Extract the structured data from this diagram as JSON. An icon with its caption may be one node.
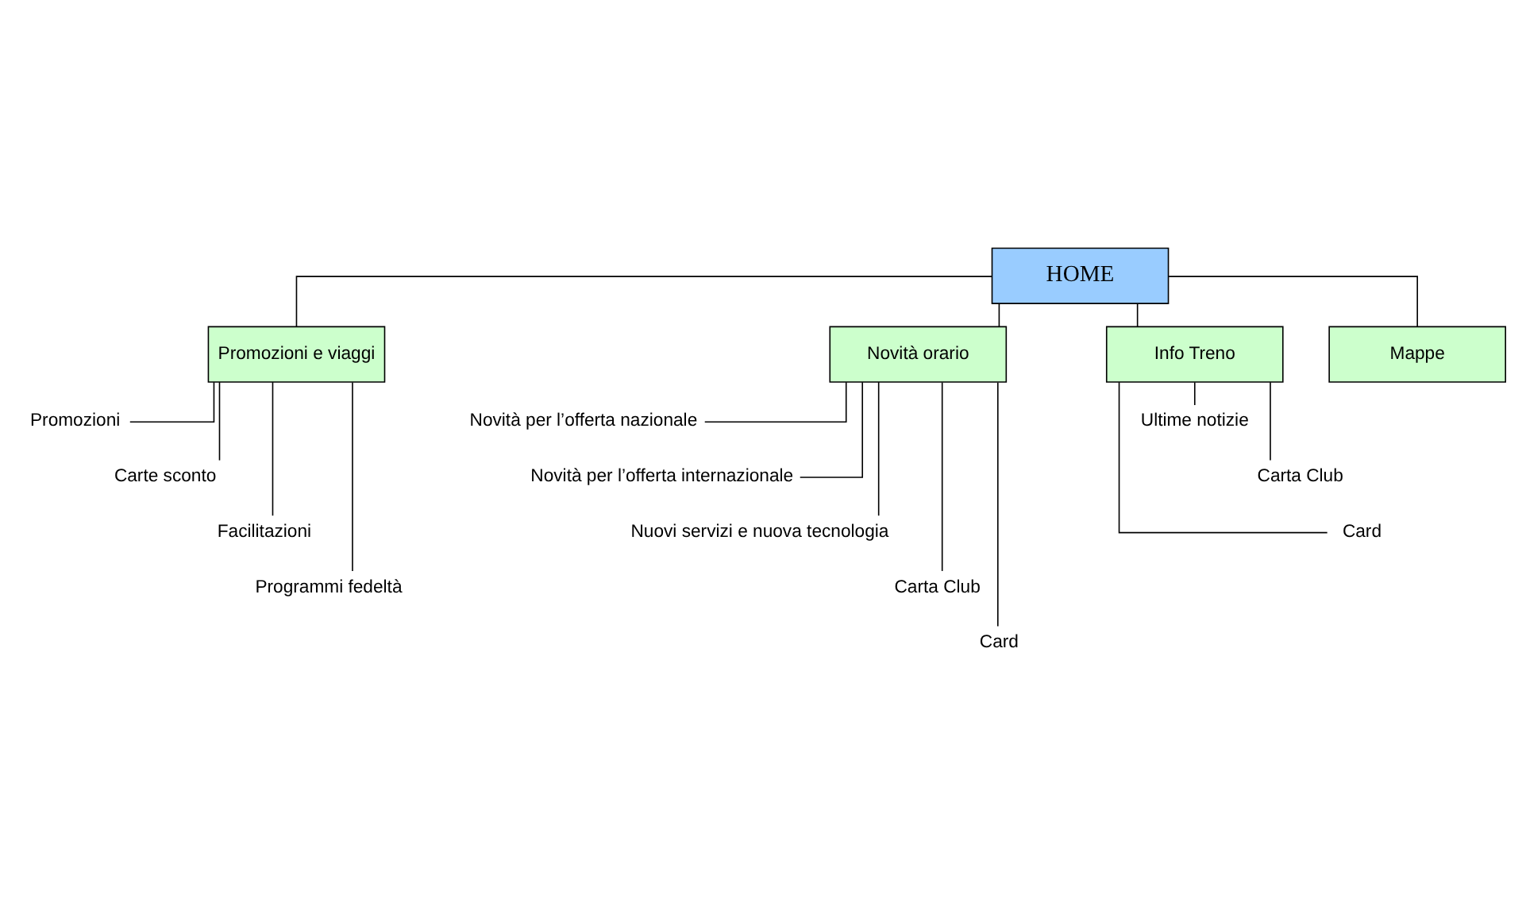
{
  "diagram": {
    "nodes": [
      {
        "text": [
          "HOME"
        ]
      },
      {
        "text": [
          "Promozioni e viaggi"
        ]
      },
      {
        "text": [
          "Novità orario"
        ]
      },
      {
        "text": [
          "Info Treno"
        ]
      },
      {
        "text": [
          "Mappe"
        ]
      },
      {
        "text": [
          "Promozioni"
        ]
      },
      {
        "text": [
          "Carte sconto"
        ]
      },
      {
        "text": [
          "Facilitazioni"
        ]
      },
      {
        "text": [
          "Programmi fedeltà"
        ]
      },
      {
        "text": [
          "Novità per l’offerta nazionale"
        ]
      },
      {
        "text": [
          "Novità per l’offerta internazionale"
        ]
      },
      {
        "text": [
          "Nuovi servizi e nuova tecnologia"
        ]
      },
      {
        "text": [
          "Carta Club"
        ]
      },
      {
        "text": [
          "Card"
        ]
      },
      {
        "text": [
          "Ultime notizie"
        ]
      },
      {
        "text": [
          "Carta Club"
        ]
      },
      {
        "text": [
          "Card"
        ]
      }
    ],
    "edges": [
      {
        "from": 0,
        "to": 1,
        "arrow": "none"
      },
      {
        "from": 0,
        "to": 2,
        "arrow": "none"
      },
      {
        "from": 0,
        "to": 3,
        "arrow": "none"
      },
      {
        "from": 0,
        "to": 4,
        "arrow": "none"
      },
      {
        "from": 1,
        "to": 5,
        "arrow": "none"
      },
      {
        "from": 1,
        "to": 6,
        "arrow": "none"
      },
      {
        "from": 1,
        "to": 7,
        "arrow": "none"
      },
      {
        "from": 1,
        "to": 8,
        "arrow": "none"
      },
      {
        "from": 2,
        "to": 9,
        "arrow": "none"
      },
      {
        "from": 2,
        "to": 10,
        "arrow": "none"
      },
      {
        "from": 2,
        "to": 11,
        "arrow": "none"
      },
      {
        "from": 2,
        "to": 12,
        "arrow": "none"
      },
      {
        "from": 2,
        "to": 13,
        "arrow": "none"
      },
      {
        "from": 3,
        "to": 14,
        "arrow": "none"
      },
      {
        "from": 3,
        "to": 15,
        "arrow": "none"
      },
      {
        "from": 3,
        "to": 16,
        "arrow": "none"
      }
    ]
  }
}
